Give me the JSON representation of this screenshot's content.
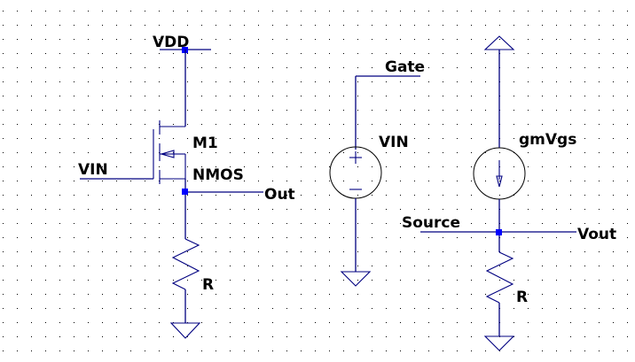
{
  "colors": {
    "background": "#ffffff",
    "wire": "#000080",
    "junction": "#0000ff",
    "grid_dot": "#000000",
    "text": "#000000"
  },
  "schematic": {
    "left_circuit": {
      "vdd_label": "VDD",
      "input_label": "VIN",
      "transistor_name": "M1",
      "transistor_type": "NMOS",
      "output_label": "Out",
      "resistor_label": "R"
    },
    "small_signal_input": {
      "gate_label": "Gate",
      "source_name": "VIN",
      "plus_icon": "plus-sign",
      "minus_icon": "minus-sign"
    },
    "small_signal_output": {
      "current_source_label": "gmVgs",
      "source_node_label": "Source",
      "output_label": "Vout",
      "resistor_label": "R"
    }
  }
}
